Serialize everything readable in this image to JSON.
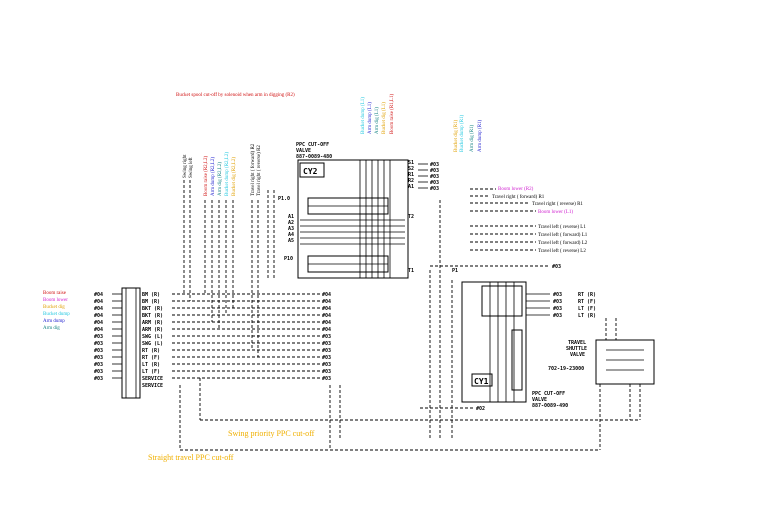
{
  "title_note": "Bucket spool cut-off  by solenoid when arm in digging (R2)",
  "colors": {
    "red": "#d01010",
    "magenta": "#d020d0",
    "orange": "#e0a000",
    "cyan": "#20c8e0",
    "blue": "#2020d0",
    "teal": "#108080",
    "black": "#000000",
    "gold": "#f0b000"
  },
  "swing_priority_label": "Swing priority PPC cut-off",
  "straight_travel_label": "Straight travel PPC cut-off",
  "left_legend": [
    {
      "text": "Boom raise",
      "color": "#d01010"
    },
    {
      "text": "Boom lower",
      "color": "#d020d0"
    },
    {
      "text": "Bucket dig",
      "color": "#e0a000"
    },
    {
      "text": "Bucket dump",
      "color": "#20c8e0"
    },
    {
      "text": "Arm dump",
      "color": "#2020d0"
    },
    {
      "text": "Arm dig",
      "color": "#108080"
    }
  ],
  "connector_ports": [
    "#04",
    "#04",
    "#04",
    "#04",
    "#04",
    "#04",
    "#03",
    "#03",
    "#03",
    "#03",
    "#03",
    "#03",
    "#03"
  ],
  "connector_labels": [
    "BM (R)",
    "BM (R)",
    "BKT (R)",
    "BKT (R)",
    "ARM (R)",
    "ARM (R)",
    "SWG (L)",
    "SWG (L)",
    "RT (R)",
    "RT (F)",
    "LT (R)",
    "LT (F)",
    "SERVICE",
    "SERVICE"
  ],
  "mid_ports": [
    "#04",
    "#04",
    "#04",
    "#04",
    "#04",
    "#04",
    "#03",
    "#03",
    "#03",
    "#03",
    "#03",
    "#03",
    "#03"
  ],
  "vertical_labels_left": [
    {
      "text": "Swing right",
      "color": "#000000"
    },
    {
      "text": "Swing left",
      "color": "#000000"
    },
    {
      "text": "Boom raise (R2,L2)",
      "color": "#d01010"
    },
    {
      "text": "Arm dump (R2,L2)",
      "color": "#2020d0"
    },
    {
      "text": "Arm dig (R2,L2)",
      "color": "#108080"
    },
    {
      "text": "Bucket dump (R2,L2)",
      "color": "#20c8e0"
    },
    {
      "text": "Bucket dig (R2,L2)",
      "color": "#e0a000"
    },
    {
      "text": "Travel right ( forward) R2",
      "color": "#000000"
    },
    {
      "text": "Travel right ( reverse) R2",
      "color": "#000000"
    }
  ],
  "vertical_labels_top": [
    {
      "text": "Bucket dump (L1)",
      "color": "#20c8e0"
    },
    {
      "text": "Arm dump (L1)",
      "color": "#2020d0"
    },
    {
      "text": "Arm dig (L1)",
      "color": "#108080"
    },
    {
      "text": "Bucket dig (L1)",
      "color": "#e0a000"
    },
    {
      "text": "Boom raise (R1,L1)",
      "color": "#d01010"
    }
  ],
  "vertical_labels_right": [
    {
      "text": "Bucket dig (R1)",
      "color": "#e0a000"
    },
    {
      "text": "Bucket dump (R1)",
      "color": "#20c8e0"
    },
    {
      "text": "Arm dig (R1)",
      "color": "#108080"
    },
    {
      "text": "Arm dump (R1)",
      "color": "#2020d0"
    }
  ],
  "right_labels": [
    {
      "text": "Boom lower (R2)",
      "color": "#d020d0"
    },
    {
      "text": "Travel right ( forward) R1",
      "color": "#000000"
    },
    {
      "text": "Travel right ( reverse)  R1",
      "color": "#000000"
    },
    {
      "text": "Boom lower (L1)",
      "color": "#d020d0"
    },
    {
      "text": "Travel left ( reverse)  L1",
      "color": "#000000"
    },
    {
      "text": "Travel left ( forward) L1",
      "color": "#000000"
    },
    {
      "text": "Travel left ( forward) L2",
      "color": "#000000"
    },
    {
      "text": "Travel left ( reverse) L2",
      "color": "#000000"
    }
  ],
  "cy2": {
    "header1": "PPC CUT-OFF",
    "header2": "VALVE",
    "header3": "887-0089-480",
    "name": "CY2",
    "port_p": "P1.0",
    "port_p2": "P10",
    "port_t": "T2",
    "port_t1": "T1",
    "ports_right": [
      "S1",
      "S2",
      "R1",
      "R2",
      "A1"
    ],
    "ports_left": [
      "A1",
      "A2",
      "A3",
      "A4",
      "A5"
    ],
    "out_ports": [
      "#03",
      "#03",
      "#03",
      "#03",
      "#03"
    ]
  },
  "cy1": {
    "name": "CY1",
    "footer1": "PPC CUT-OFF",
    "footer2": "VALVE",
    "footer3": "887-0089-490",
    "port_right": [
      "#03",
      "#03",
      "#03",
      "#03"
    ],
    "port_right_labels": [
      "RT (R)",
      "RT (F)",
      "LT (F)",
      "LT (R)"
    ],
    "port_bottom": "#02",
    "port_top": "#03",
    "port_p1": "P1"
  },
  "shuttle": {
    "line1": "TRAVEL",
    "line2": "SHUTTLE",
    "line3": "VALVE",
    "line4": "702-19-23000"
  }
}
